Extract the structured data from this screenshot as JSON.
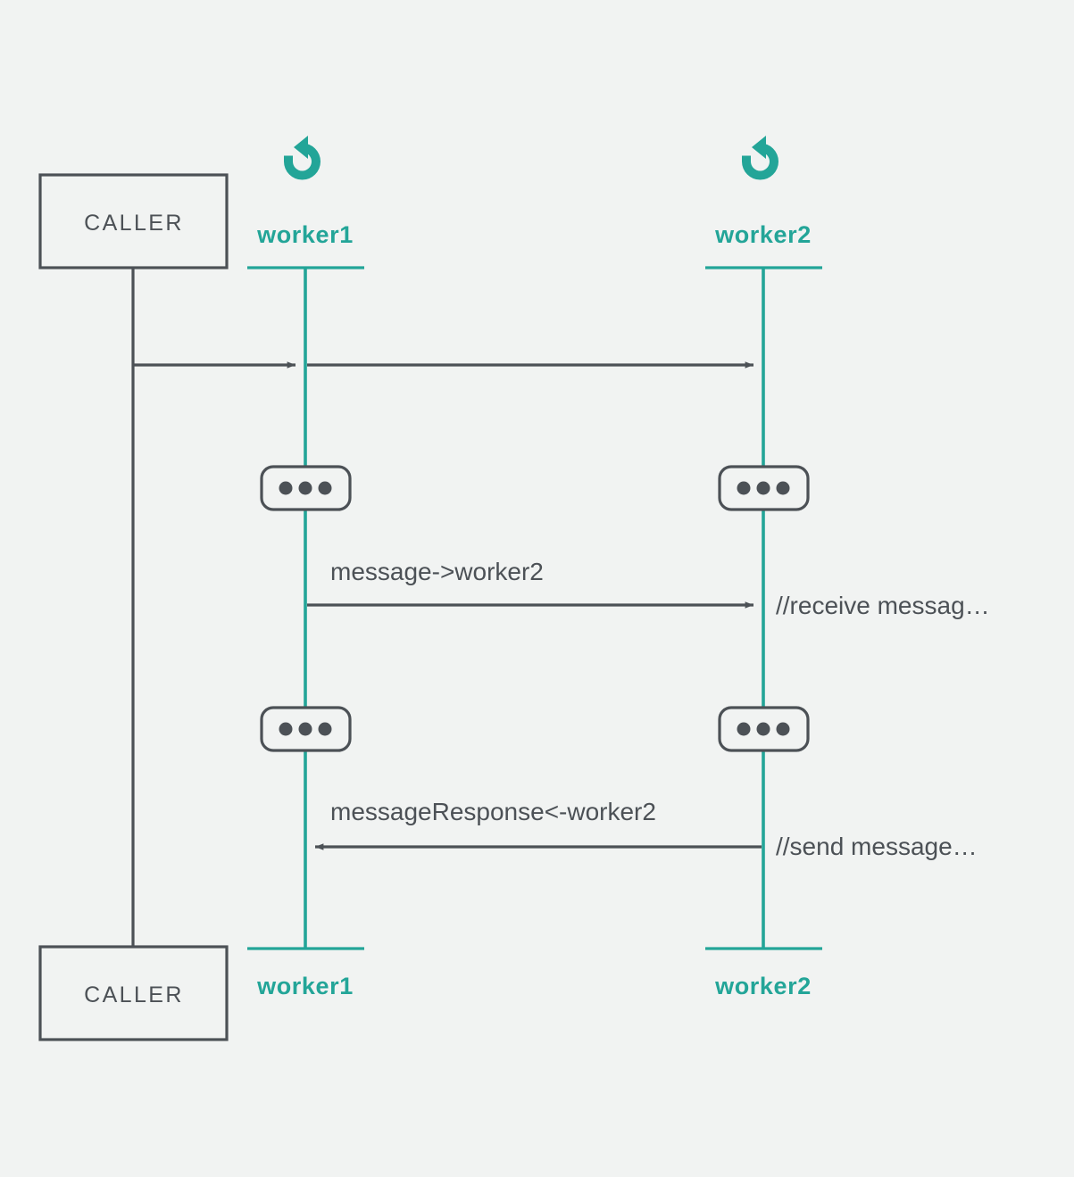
{
  "diagram": {
    "type": "sequence-diagram",
    "background_color": "#f1f3f2",
    "accent_color": "#23a598",
    "stroke_color": "#4c5156",
    "participants": [
      {
        "id": "caller",
        "label": "CALLER",
        "style": "box",
        "icon": null
      },
      {
        "id": "worker1",
        "label": "worker1",
        "footer_label": "worker1",
        "style": "lifeline",
        "icon": "loop-icon"
      },
      {
        "id": "worker2",
        "label": "worker2",
        "footer_label": "worker2",
        "style": "lifeline",
        "icon": "loop-icon"
      }
    ],
    "messages": [
      {
        "from": "caller",
        "to": "worker1",
        "label": "",
        "direction": "right"
      },
      {
        "from": "worker1",
        "to": "worker2",
        "label": "",
        "direction": "right"
      },
      {
        "from": "worker1",
        "to": "worker2",
        "label": "message->worker2",
        "direction": "right",
        "note": "//receive messag…"
      },
      {
        "from": "worker2",
        "to": "worker1",
        "label": "messageResponse<-worker2",
        "direction": "left",
        "note": "//send message…"
      }
    ],
    "activations": [
      {
        "on": "worker1",
        "glyph": "…"
      },
      {
        "on": "worker2",
        "glyph": "…"
      },
      {
        "on": "worker1",
        "glyph": "…"
      },
      {
        "on": "worker2",
        "glyph": "…"
      }
    ]
  },
  "labels": {
    "caller_top": "CALLER",
    "caller_bottom": "CALLER",
    "worker1_top": "worker1",
    "worker2_top": "worker2",
    "worker1_bottom": "worker1",
    "worker2_bottom": "worker2",
    "message_1": "message->worker2",
    "message_2": "messageResponse<-worker2",
    "note_1": "//receive messag…",
    "note_2": "//send message…"
  }
}
